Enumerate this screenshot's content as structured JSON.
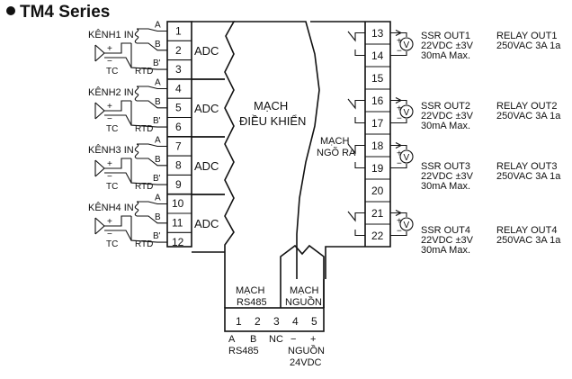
{
  "title": "TM4 Series",
  "inputs": [
    {
      "label": "KÊNH1 IN",
      "pins": [
        "1",
        "2",
        "3"
      ]
    },
    {
      "label": "KÊNH2 IN",
      "pins": [
        "4",
        "5",
        "6"
      ]
    },
    {
      "label": "KÊNH3 IN",
      "pins": [
        "7",
        "8",
        "9"
      ]
    },
    {
      "label": "KÊNH4 IN",
      "pins": [
        "10",
        "11",
        "12"
      ]
    }
  ],
  "wire_labels": {
    "a": "A",
    "b": "B",
    "bp": "B'",
    "tc": "TC",
    "rtd": "RTD",
    "plus": "+",
    "minus": "−"
  },
  "adc_label": "ADC",
  "control_block": {
    "line1": "MẠCH",
    "line2": "ĐIỀU KHIỂN"
  },
  "output_block": {
    "line1": "MẠCH",
    "line2": "NGÕ RA"
  },
  "rs485_block": {
    "line1": "MẠCH",
    "line2": "RS485"
  },
  "power_block": {
    "line1": "MẠCH",
    "line2": "NGUỒN"
  },
  "output_pins": [
    "13",
    "14",
    "15",
    "16",
    "17",
    "18",
    "19",
    "20",
    "21",
    "22"
  ],
  "outputs": [
    {
      "ssr_title": "SSR OUT1",
      "ssr_v": "22VDC ±3V",
      "ssr_i": "30mA Max.",
      "relay_title": "RELAY OUT1",
      "relay_rating": "250VAC 3A 1a"
    },
    {
      "ssr_title": "SSR OUT2",
      "ssr_v": "22VDC ±3V",
      "ssr_i": "30mA Max.",
      "relay_title": "RELAY OUT2",
      "relay_rating": "250VAC 3A 1a"
    },
    {
      "ssr_title": "SSR OUT3",
      "ssr_v": "22VDC ±3V",
      "ssr_i": "30mA Max.",
      "relay_title": "RELAY OUT3",
      "relay_rating": "250VAC 3A 1a"
    },
    {
      "ssr_title": "SSR OUT4",
      "ssr_v": "22VDC ±3V",
      "ssr_i": "30mA Max.",
      "relay_title": "RELAY OUT4",
      "relay_rating": "250VAC 3A 1a"
    }
  ],
  "meter_symbol": "V",
  "bottom_pins": [
    "1",
    "2",
    "3",
    "4",
    "5"
  ],
  "bottom_terms": {
    "a": "A",
    "b": "B",
    "nc": "NC",
    "minus": "−",
    "plus": "+"
  },
  "bottom_labels": {
    "rs485": "RS485",
    "power1": "NGUỒN",
    "power2": "24VDC"
  }
}
